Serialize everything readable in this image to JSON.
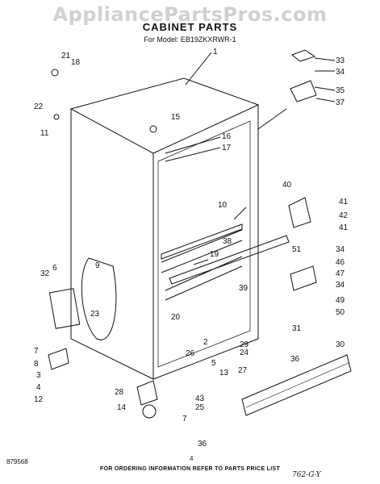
{
  "watermark": "AppliancePartsPros.com",
  "title": "CABINET PARTS",
  "model_line": "For Model: EB19ZKXRWR-1",
  "footer_note": "FOR ORDERING INFORMATION REFER TO PARTS PRICE LIST",
  "page_number": "4",
  "document_number": "879568",
  "handwritten_note": "762-G-Y",
  "callouts": [
    "1",
    "2",
    "3",
    "4",
    "5",
    "6",
    "7",
    "8",
    "9",
    "10",
    "11",
    "12",
    "13",
    "14",
    "15",
    "16",
    "17",
    "18",
    "19",
    "20",
    "21",
    "22",
    "23",
    "24",
    "25",
    "26",
    "27",
    "28",
    "29",
    "30",
    "31",
    "32",
    "33",
    "34",
    "35",
    "36",
    "37",
    "38",
    "39",
    "40",
    "41",
    "42",
    "43",
    "46",
    "47",
    "49",
    "50",
    "51"
  ]
}
